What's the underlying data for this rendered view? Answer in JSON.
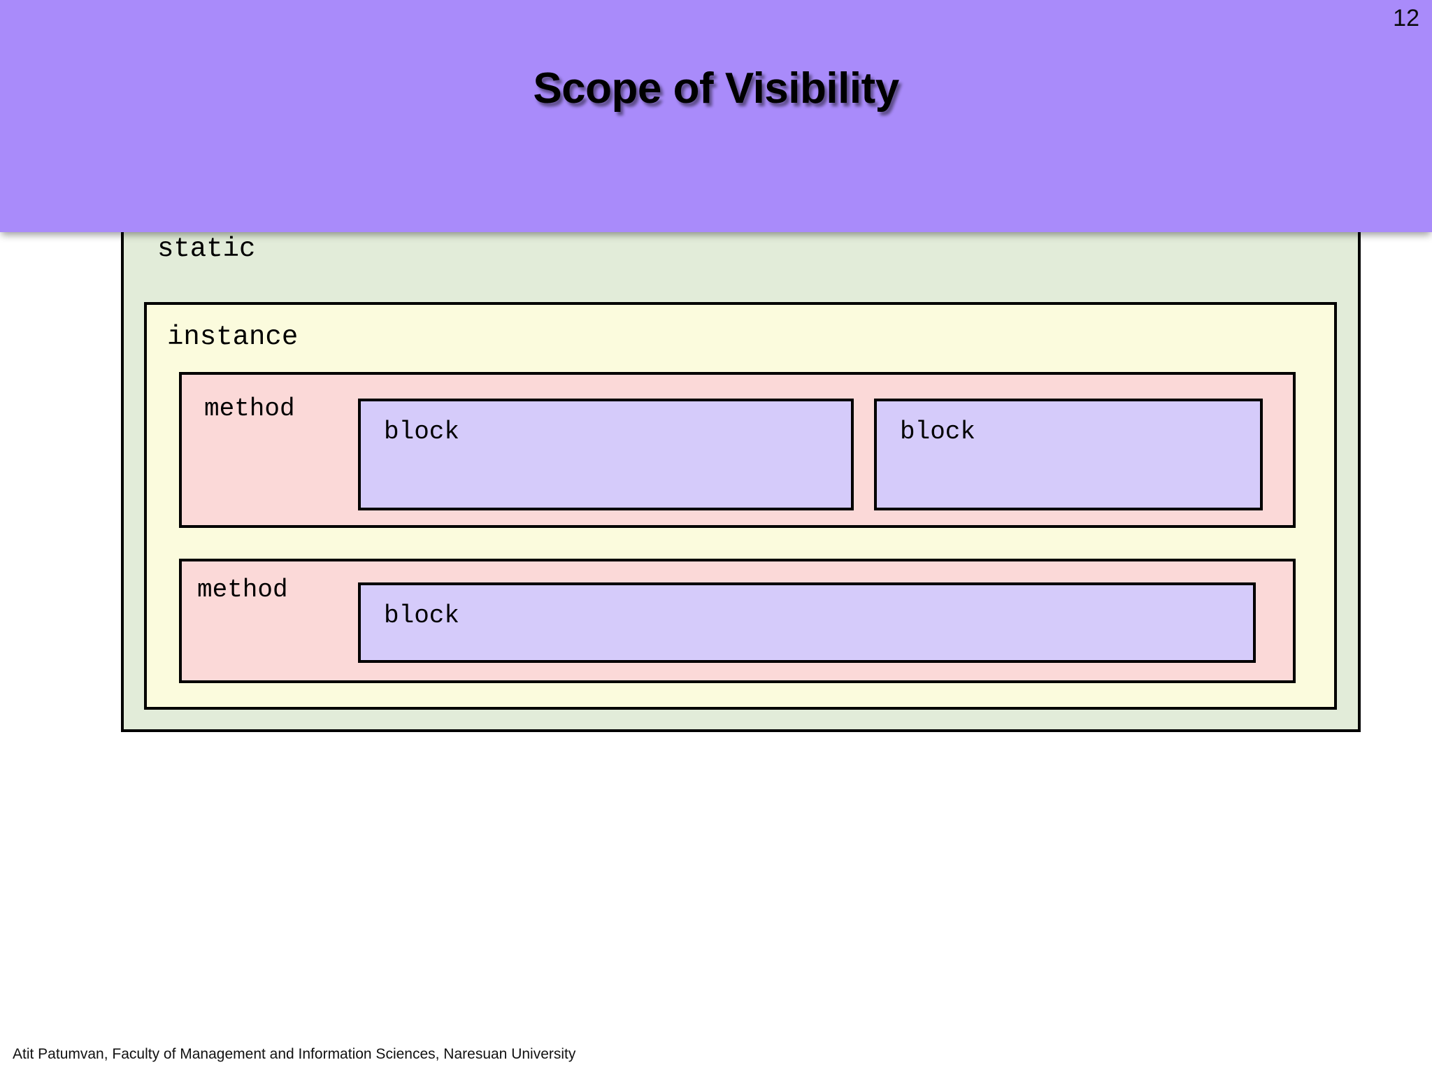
{
  "slide": {
    "page_number": "12",
    "title": "Scope of Visibility",
    "footer": "Atit Patumvan, Faculty of Management and Information Sciences, Naresuan University",
    "header_color": "#a98bfa",
    "background_color": "#ffffff"
  },
  "diagram": {
    "title": "Scope of Visibility",
    "type": "nested-scope-boxes",
    "scopes": {
      "static": {
        "label": "static",
        "color": "#e2ecd9",
        "border_color": "#000000"
      },
      "instance": {
        "label": "instance",
        "color": "#fbfbdd",
        "border_color": "#000000"
      },
      "methods": [
        {
          "label": "method",
          "color": "#fbd9d8",
          "border_color": "#000000",
          "blocks": [
            {
              "label": "block",
              "color": "#d5cbfa",
              "border_color": "#000000"
            },
            {
              "label": "block",
              "color": "#d5cbfa",
              "border_color": "#000000"
            }
          ]
        },
        {
          "label": "method",
          "color": "#fbd9d8",
          "border_color": "#000000",
          "blocks": [
            {
              "label": "block",
              "color": "#d5cbfa",
              "border_color": "#000000"
            }
          ]
        }
      ]
    }
  }
}
